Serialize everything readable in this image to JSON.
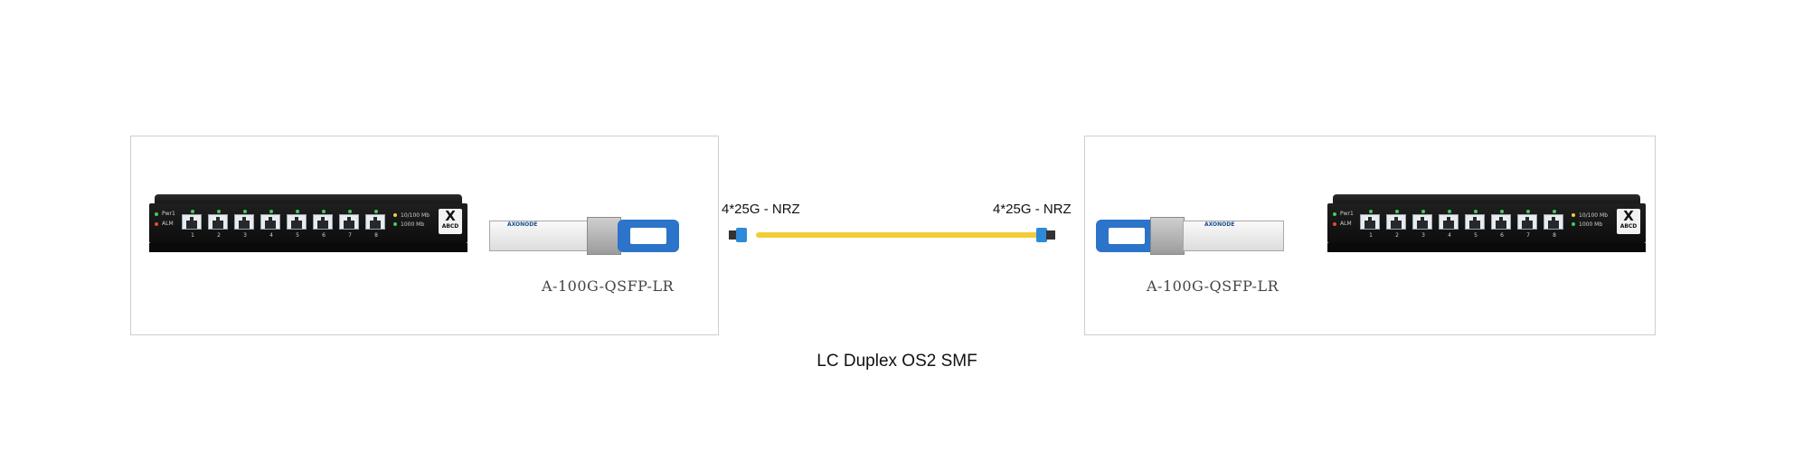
{
  "left_station": {
    "switch": {
      "status_leds": [
        {
          "label": "Pwr1",
          "color": "#3fcf5a"
        },
        {
          "label": "ALM",
          "color": "#e14b3b"
        }
      ],
      "ports": [
        "1",
        "2",
        "3",
        "4",
        "5",
        "6",
        "7",
        "8"
      ],
      "speed_legend": [
        "10/100 Mb",
        "1000 Mb"
      ],
      "brand": {
        "mark": "X",
        "text": "ABCD"
      }
    },
    "module": {
      "logo": "AXONODE",
      "label": "A-100G-QSFP-LR"
    }
  },
  "right_station": {
    "switch": {
      "status_leds": [
        {
          "label": "Pwr1",
          "color": "#3fcf5a"
        },
        {
          "label": "ALM",
          "color": "#e14b3b"
        }
      ],
      "ports": [
        "1",
        "2",
        "3",
        "4",
        "5",
        "6",
        "7",
        "8"
      ],
      "speed_legend": [
        "10/100 Mb",
        "1000 Mb"
      ],
      "brand": {
        "mark": "X",
        "text": "ABCD"
      }
    },
    "module": {
      "logo": "AXONODE",
      "label": "A-100G-QSFP-LR"
    }
  },
  "link": {
    "left_rate": "4*25G - NRZ",
    "right_rate": "4*25G - NRZ",
    "cable_type": "LC Duplex OS2 SMF",
    "cable_color": "#f4cc3a",
    "connector_color": "#2c8ad8"
  },
  "colors": {
    "module_tab": "#2b74c9",
    "port_led": "#47c95e",
    "speed_led_yellow": "#e8d23a",
    "speed_led_green": "#3fcf5a"
  }
}
